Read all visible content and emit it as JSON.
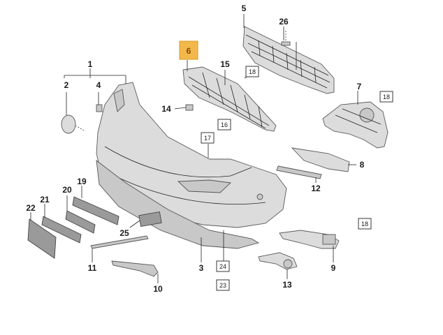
{
  "diagram": {
    "callouts": [
      {
        "id": "c1",
        "text": "1"
      },
      {
        "id": "c2",
        "text": "2"
      },
      {
        "id": "c3",
        "text": "3"
      },
      {
        "id": "c4",
        "text": "4"
      },
      {
        "id": "c5",
        "text": "5"
      },
      {
        "id": "c6",
        "text": "6",
        "highlight_color": "#f2b84b"
      },
      {
        "id": "c7",
        "text": "7"
      },
      {
        "id": "c8",
        "text": "8"
      },
      {
        "id": "c9",
        "text": "9"
      },
      {
        "id": "c10",
        "text": "10"
      },
      {
        "id": "c11",
        "text": "11"
      },
      {
        "id": "c12",
        "text": "12"
      },
      {
        "id": "c13",
        "text": "13"
      },
      {
        "id": "c14",
        "text": "14"
      },
      {
        "id": "c15",
        "text": "15"
      },
      {
        "id": "c19",
        "text": "19"
      },
      {
        "id": "c20",
        "text": "20"
      },
      {
        "id": "c21",
        "text": "21"
      },
      {
        "id": "c22",
        "text": "22"
      },
      {
        "id": "c25",
        "text": "25"
      },
      {
        "id": "c26",
        "text": "26"
      }
    ],
    "boxed_refs": [
      {
        "id": "b18a",
        "text": "18"
      },
      {
        "id": "b18b",
        "text": "18"
      },
      {
        "id": "b18c",
        "text": "18"
      },
      {
        "id": "b16",
        "text": "16"
      },
      {
        "id": "b17",
        "text": "17"
      },
      {
        "id": "b24",
        "text": "24"
      },
      {
        "id": "b23",
        "text": "23"
      }
    ]
  }
}
